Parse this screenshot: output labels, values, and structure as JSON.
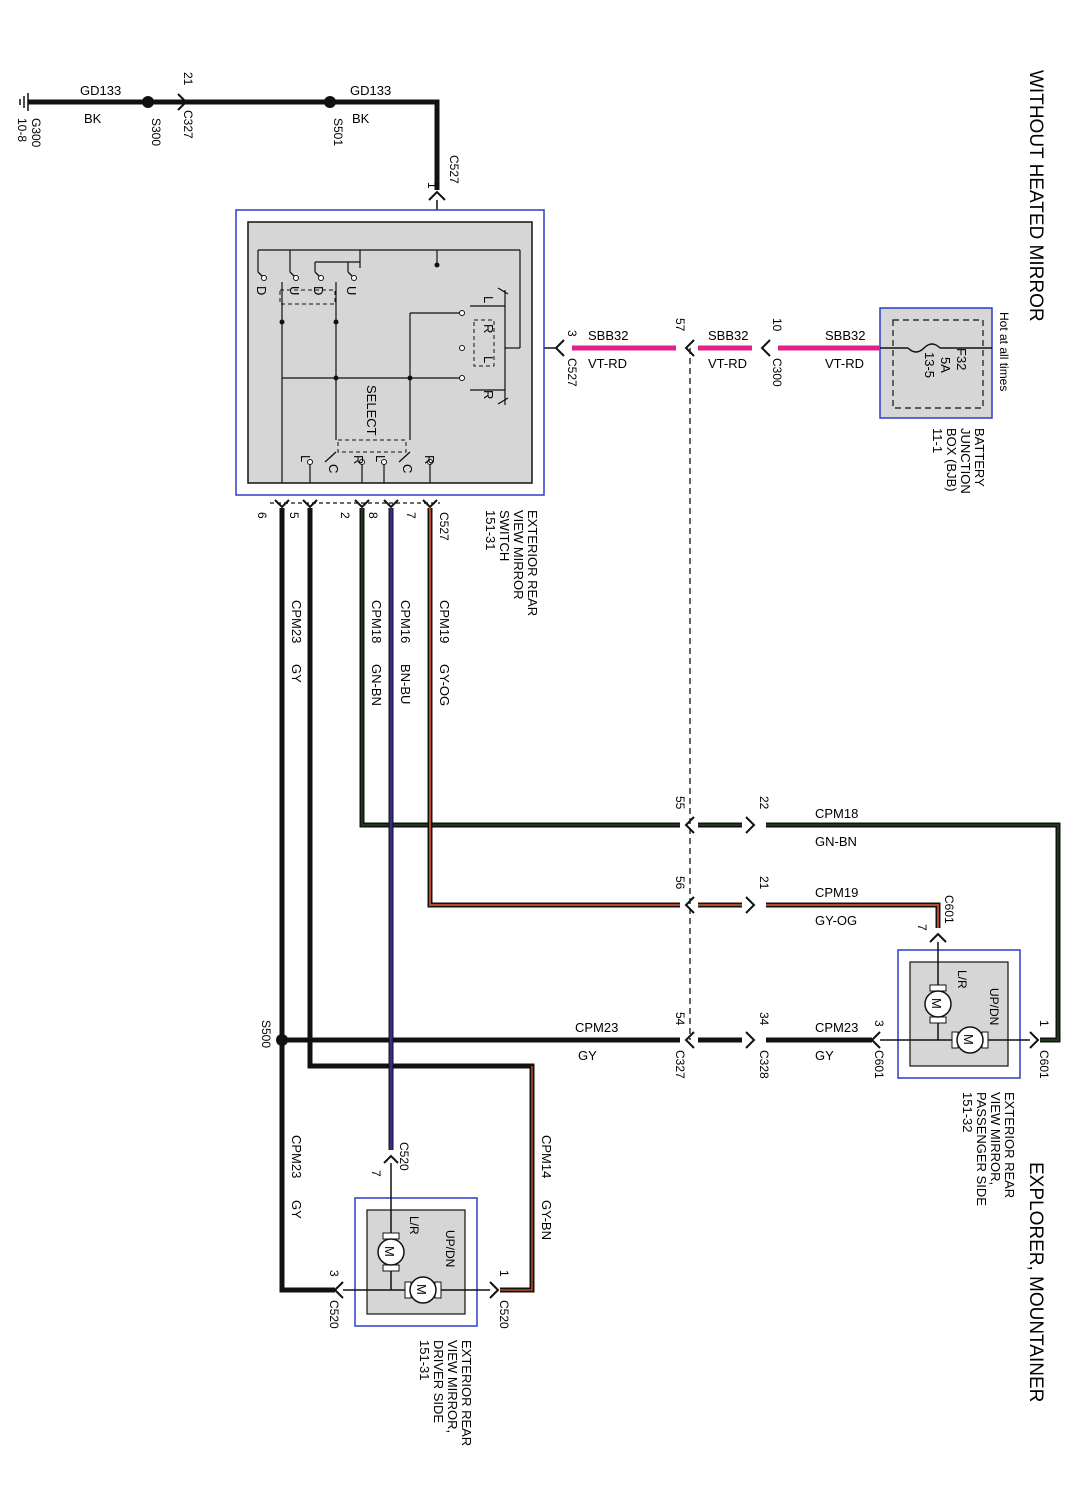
{
  "headings": {
    "title": "WITHOUT HEATED MIRROR",
    "vehicle": "EXPLORER, MOUNTAINER"
  },
  "ground": {
    "g300": "G300",
    "g300_ref": "10-8",
    "gd133_left": "GD133",
    "bk_left": "BK",
    "s300": "S300",
    "c327_pin": "21",
    "c327": "C327",
    "s501": "S501",
    "gd133_right": "GD133",
    "bk_right": "BK",
    "c527_pin": "1",
    "c527": "C527"
  },
  "bjb": {
    "hot": "Hot at all times",
    "fuse": "F32",
    "amps": "5A",
    "ref": "13-5",
    "name_1": "BATTERY",
    "name_2": "JUNCTION",
    "name_3": "BOX (BJB)",
    "name_ref": "11-1"
  },
  "feed": {
    "circuit_1": "SBB32",
    "color_1": "VT-RD",
    "circuit_2": "SBB32",
    "color_2": "VT-RD",
    "circuit_3": "SBB32",
    "color_3": "VT-RD",
    "pin_c300": "10",
    "c300": "C300",
    "pin_57": "57",
    "pin_c527": "3",
    "c527": "C527"
  },
  "switch": {
    "name_1": "EXTERIOR REAR",
    "name_2": "VIEW MIRROR",
    "name_3": "SWITCH",
    "name_ref": "151-31",
    "c527": "C527",
    "select": "SELECT",
    "contacts": {
      "d1": "D",
      "u1": "U",
      "d2": "D",
      "u2": "U",
      "l1": "L",
      "r1": "R",
      "l2": "L",
      "r2": "R",
      "sel_l1": "L",
      "sel_c1": "C",
      "sel_r1": "R",
      "sel_l2": "L",
      "sel_c2": "C",
      "sel_r2": "R"
    },
    "pins": {
      "p6": "6",
      "p5": "5",
      "p2": "2",
      "p8": "8",
      "p7": "7"
    }
  },
  "wires": {
    "cpm23": "CPM23",
    "gy": "GY",
    "cpm18": "CPM18",
    "gnbn": "GN-BN",
    "cpm16": "CPM16",
    "bnbu": "BN-BU",
    "cpm19": "CPM19",
    "gyog": "GY-OG",
    "cpm14": "CPM14",
    "gybn": "GY-BN",
    "p55": "55",
    "p22": "22",
    "p56": "56",
    "p21": "21",
    "p54": "54",
    "p34": "34",
    "c327": "C327",
    "c328": "C328",
    "s500": "S500"
  },
  "passenger": {
    "name_1": "EXTERIOR REAR",
    "name_2": "VIEW MIRROR,",
    "name_3": "PASSENGER SIDE",
    "name_ref": "151-32",
    "updn": "UP/DN",
    "lr": "L/R",
    "motor": "M",
    "c601": "C601",
    "pin1": "1",
    "pin3": "3",
    "pin7": "7"
  },
  "driver": {
    "name_1": "EXTERIOR REAR",
    "name_2": "VIEW MIRROR,",
    "name_3": "DRIVER SIDE",
    "name_ref": "151-31",
    "updn": "UP/DN",
    "lr": "L/R",
    "motor": "M",
    "c520": "C520",
    "pin1": "1",
    "pin3": "3",
    "pin7": "7"
  },
  "colors": {
    "wire_black": "#111111",
    "wire_feed": "#e0218a",
    "wire_gnbn": "#1e3a1a",
    "wire_gyog": "#b84a2a",
    "wire_bnbu": "#3a2a8a",
    "box_border": "#2a3ec8",
    "box_fill": "#d6d6d6"
  }
}
